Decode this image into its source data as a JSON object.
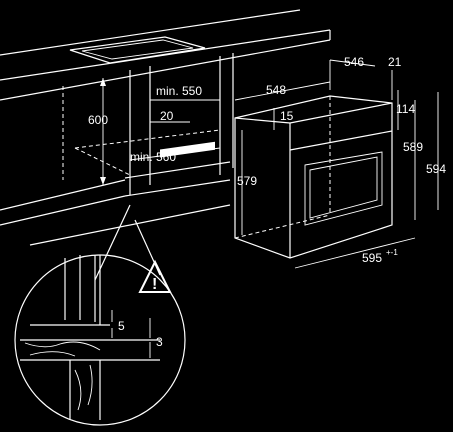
{
  "diagram": {
    "dimensions": {
      "oven_depth": "546",
      "front_thickness": "21",
      "oven_width_top": "548",
      "top_offset": "15",
      "front_height_upper": "114",
      "oven_height_inner": "589",
      "oven_height_outer": "594",
      "side_height": "579",
      "front_width": "595",
      "front_width_tolerance": "+-1",
      "niche_height": "600",
      "niche_width": "min. 550",
      "niche_gap": "20",
      "niche_depth": "min. 560"
    },
    "detail": {
      "warning_symbol": "!",
      "gap_upper": "5",
      "gap_lower": "3"
    }
  }
}
